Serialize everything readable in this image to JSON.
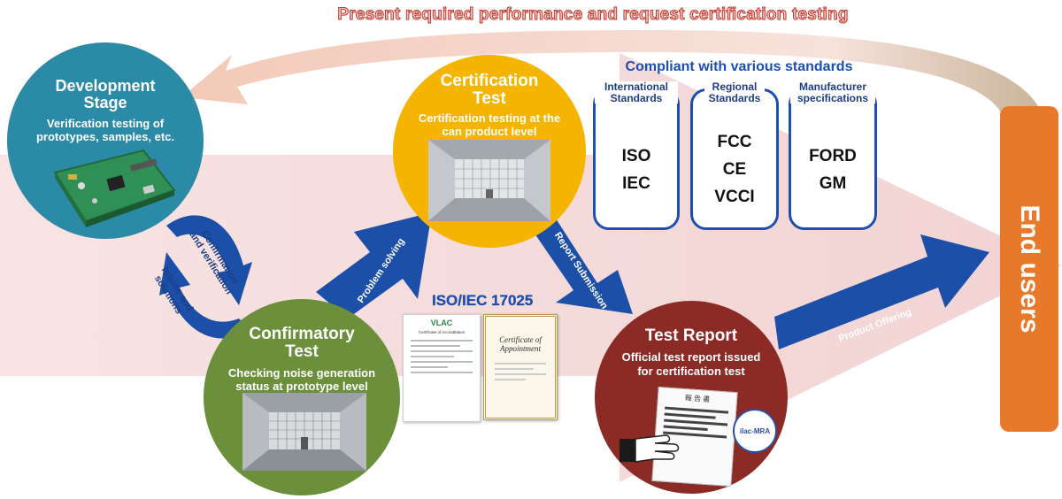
{
  "banner": {
    "text": "Present required performance and request certification testing"
  },
  "stages": {
    "development": {
      "title_line1": "Development",
      "title_line2": "Stage",
      "desc": "Verification testing of prototypes, samples, etc."
    },
    "confirmatory": {
      "title_line1": "Confirmatory",
      "title_line2": "Test",
      "desc": "Checking noise generation status at prototype level"
    },
    "certification": {
      "title_line1": "Certification",
      "title_line2": "Test",
      "desc": "Certification testing at the can product level"
    },
    "report": {
      "title": "Test Report",
      "desc": "Official test report issued for certification test"
    }
  },
  "cycle_labels": {
    "top": "Confirmation and verification",
    "bottom": "Issues and solutions"
  },
  "arrows": {
    "problem_solving": "Problem solving",
    "report_submission": "Report Submission",
    "product_offering": "Product Offering"
  },
  "standards": {
    "heading": "Compliant with various standards",
    "groups": [
      {
        "header": "International Standards",
        "values": [
          "ISO",
          "IEC"
        ]
      },
      {
        "header": "Regional Standards",
        "values": [
          "FCC",
          "CE",
          "VCCI"
        ]
      },
      {
        "header": "Manufacturer specifications",
        "values": [
          "FORD",
          "GM"
        ]
      }
    ]
  },
  "accreditation": {
    "label": "ISO/IEC 17025",
    "cert1_title": "Certificate of Accreditation",
    "cert1_logo": "VLAC",
    "cert2_title": "Certificate of Appointment"
  },
  "report_doc": {
    "heading": "報 告 書",
    "logo": "ilac-MRA"
  },
  "end_users": {
    "label": "End users"
  },
  "colors": {
    "development": "#2b8aa6",
    "confirmatory": "#6b8f3a",
    "certification": "#f4b400",
    "report": "#8c2a25",
    "end_users": "#e8782a",
    "arrow_blue": "#1c4fa8",
    "band_pink": "#f6dcdc"
  }
}
